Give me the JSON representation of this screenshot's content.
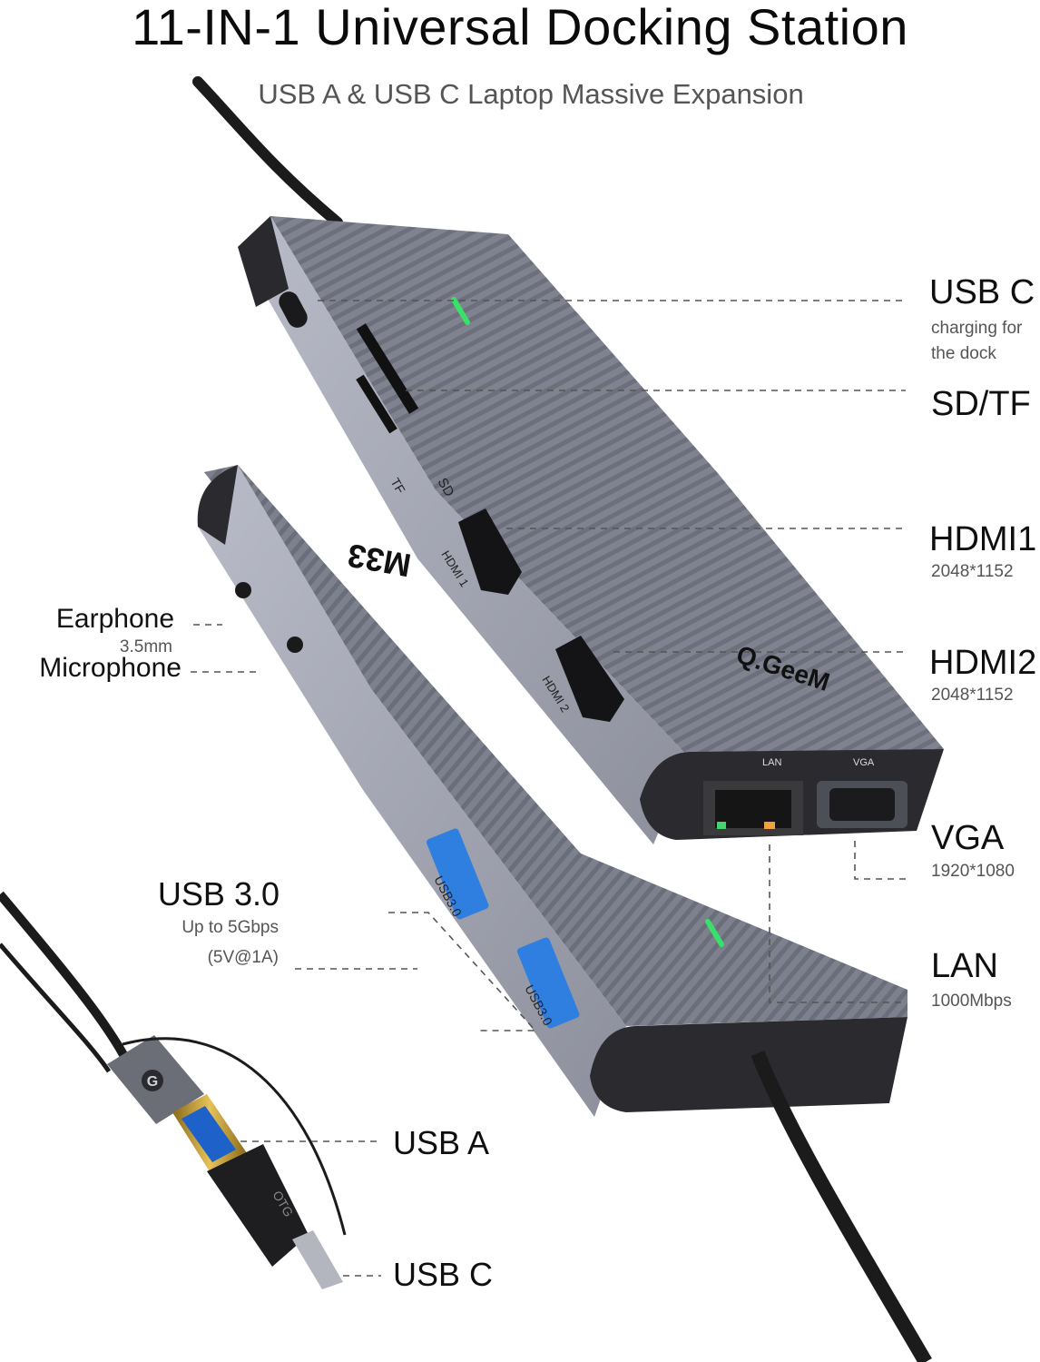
{
  "header": {
    "title": "11-IN-1 Universal Docking Station",
    "subtitle": "USB A & USB C Laptop Massive Expansion"
  },
  "callouts": {
    "usb_c_top": {
      "label": "USB C",
      "detail_line1": "charging for",
      "detail_line2": "the dock"
    },
    "sd_tf": {
      "label": "SD/TF"
    },
    "hdmi1": {
      "label": "HDMI1",
      "detail": "2048*1152"
    },
    "hdmi2": {
      "label": "HDMI2",
      "detail": "2048*1152"
    },
    "vga": {
      "label": "VGA",
      "detail": "1920*1080"
    },
    "lan": {
      "label": "LAN",
      "detail": "1000Mbps"
    },
    "earphone": {
      "label": "Earphone",
      "detail": "3.5mm"
    },
    "microphone": {
      "label": "Microphone"
    },
    "usb30": {
      "label": "USB 3.0",
      "detail_line1": "Up to 5Gbps",
      "detail_line2": "(5V@1A)"
    },
    "usb_a_plug": {
      "label": "USB A"
    },
    "usb_c_plug": {
      "label": "USB C"
    }
  },
  "device_markings": {
    "brand": "Q.GeeM",
    "brand_mirrored": "M33",
    "port_tf": "TF",
    "port_sd": "SD",
    "port_hdmi1": "HDMI 1",
    "port_hdmi2": "HDMI 2",
    "port_lan": "LAN",
    "port_vga": "VGA",
    "port_usb30": "USB3.0",
    "adapter_otg": "OTG"
  },
  "colors": {
    "device_body": "#7c7f8e",
    "device_end_cap": "#2b2b2f",
    "led": "#39e06a",
    "usb_blue": "#2f7fe0",
    "leader_line": "#555555"
  }
}
